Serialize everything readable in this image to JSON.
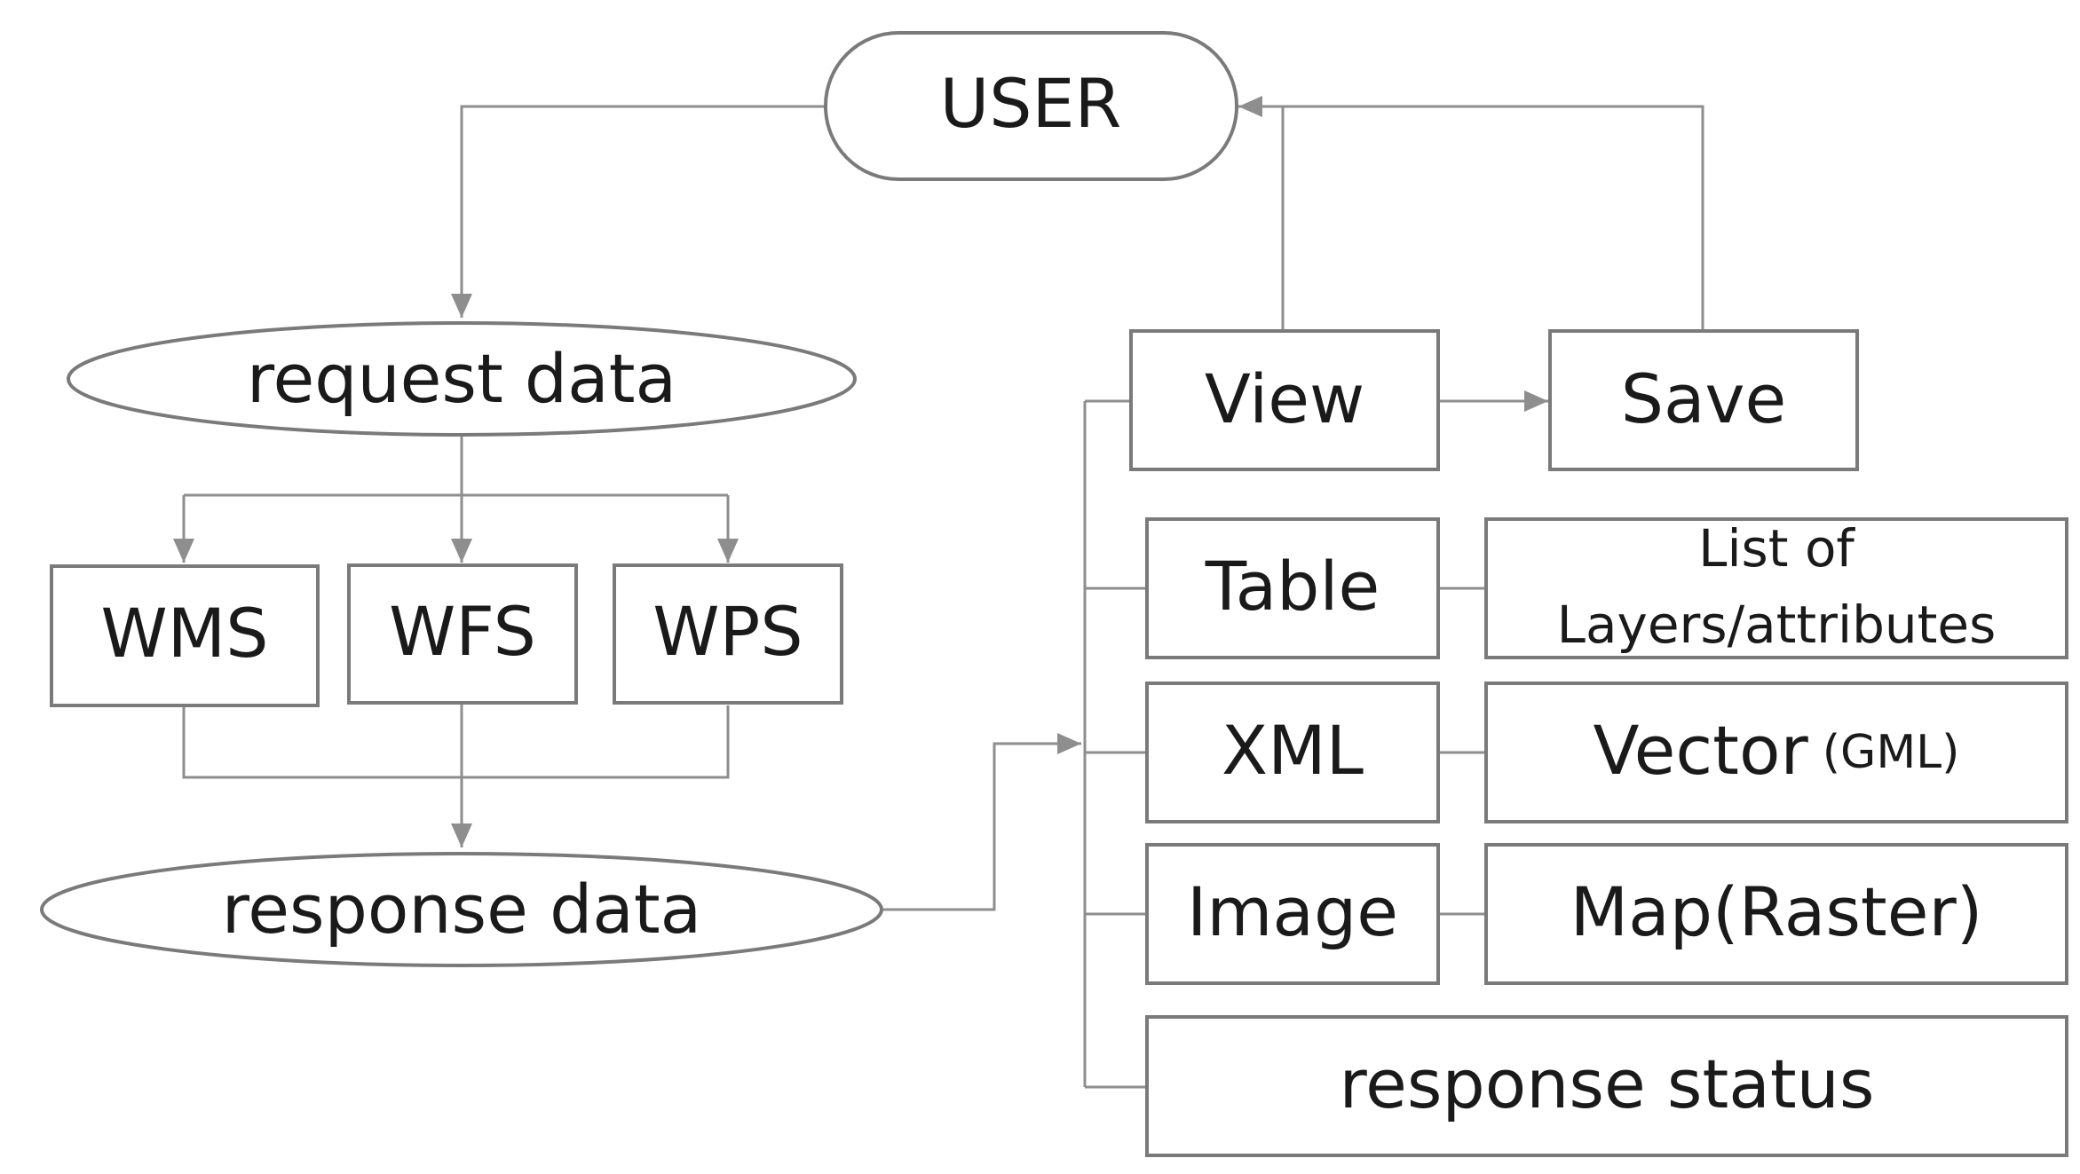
{
  "nodes": {
    "user": "USER",
    "request_data": "request data",
    "wms": "WMS",
    "wfs": "WFS",
    "wps": "WPS",
    "response_data": "response data",
    "view": "View",
    "save": "Save",
    "table": "Table",
    "layers_list_line1": "List of",
    "layers_list_line2": "Layers/attributes",
    "xml": "XML",
    "vector": "Vector",
    "vector_note": "(GML)",
    "image": "Image",
    "map_raster": "Map(Raster)",
    "response_status": "response status"
  },
  "colors": {
    "line": "#8e8e8e",
    "border": "#7a7a7a",
    "text": "#1a1a1a"
  }
}
